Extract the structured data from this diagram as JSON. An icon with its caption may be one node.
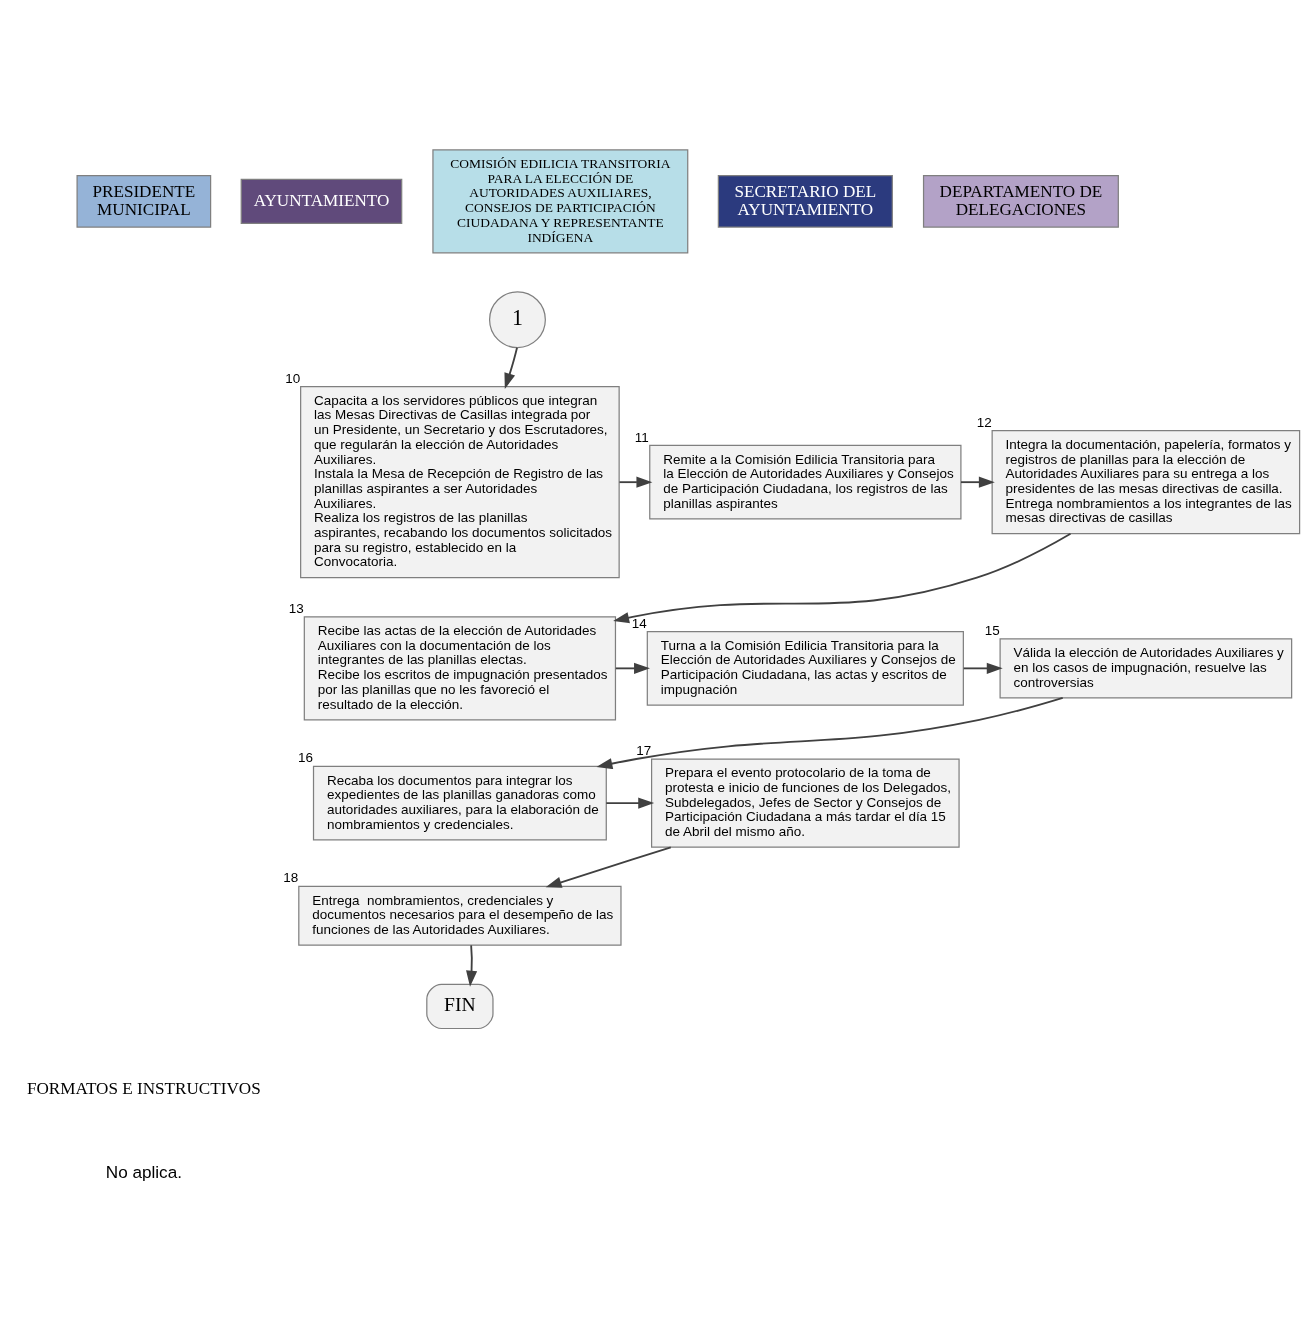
{
  "diagram": {
    "nodes": [
      {
        "text": [
          "PRESIDENTE MUNICIPAL"
        ]
      },
      {
        "text": [
          "AYUNTAMIENTO"
        ]
      },
      {
        "text": [
          "COMISIÓN EDILICIA TRANSITORIA PARA LA ELECCIÓN DE AUTORIDADES AUXILIARES, CONSEJOS DE PARTICIPACIÓN CIUDADANA Y REPRESENTANTE INDÍGENA"
        ]
      },
      {
        "text": [
          "SECRETARIO DEL AYUNTAMIENTO"
        ]
      },
      {
        "text": [
          "DEPARTAMENTO DE DELEGACIONES"
        ]
      },
      {
        "text": [
          "1"
        ]
      },
      {
        "text": [
          "Capacita a los servidores públicos que integran las Mesas Directivas de Casillas integrada por un Presidente, un Secretario y dos Escrutadores, que regularán la elección de Autoridades Auxiliares.",
          "Instala la Mesa de Recepción de Registro de las planillas aspirantes a ser Autoridades Auxiliares.",
          "Realiza los registros de las planillas aspirantes, recabando los documentos solicitados para su registro, establecido en la Convocatoria."
        ],
        "beside": [
          "10"
        ]
      },
      {
        "text": [
          "Remite a la Comisión Edilicia Transitoria para la Elección de Autoridades Auxiliares y Consejos de Participación Ciudadana, los registros de las planillas aspirantes"
        ],
        "beside": [
          "11"
        ]
      },
      {
        "text": [
          "Integra la documentación, papelería, formatos y registros de planillas para la elección de Autoridades Auxiliares para su entrega a los presidentes de las mesas directivas de casilla.",
          "Entrega nombramientos a los integrantes de las mesas directivas de casillas"
        ],
        "beside": [
          "12"
        ]
      },
      {
        "text": [
          "Recibe las actas de la elección de Autoridades Auxiliares con la documentación de los integrantes de las planillas electas.",
          "Recibe los escritos de impugnación presentados por las planillas que no les favoreció el resultado de la elección."
        ],
        "beside": [
          "13"
        ]
      },
      {
        "text": [
          "Turna a la Comisión Edilicia Transitoria para la Elección de Autoridades Auxiliares y Consejos de Participación Ciudadana, las actas y escritos de impugnación"
        ],
        "beside": [
          "14"
        ]
      },
      {
        "text": [
          "Válida la elección de Autoridades Auxiliares y en los casos de impugnación, resuelve las controversias"
        ],
        "beside": [
          "15"
        ]
      },
      {
        "text": [
          "Recaba los documentos para integrar los expedientes de las planillas ganadoras como autoridades auxiliares, para la elaboración de nombramientos y credenciales."
        ],
        "beside": [
          "16"
        ]
      },
      {
        "text": [
          "Prepara el evento protocolario de la toma de protesta e inicio de funciones de los Delegados, Subdelegados, Jefes de Sector y Consejos de Participación Ciudadana a más tardar el día 15 de Abril del mismo año."
        ],
        "beside": [
          "17"
        ]
      },
      {
        "text": [
          "Entrega  nombramientos, credenciales y documentos necesarios para el desempeño de las funciones de las Autoridades Auxiliares."
        ],
        "beside": [
          "18"
        ]
      },
      {
        "text": [
          "FIN"
        ]
      }
    ],
    "edges": [
      {
        "from": 5,
        "to": 6,
        "arrow": "to"
      },
      {
        "from": 6,
        "to": 7,
        "arrow": "to"
      },
      {
        "from": 7,
        "to": 8,
        "arrow": "to"
      },
      {
        "from": 8,
        "to": 9,
        "arrow": "to"
      },
      {
        "from": 9,
        "to": 10,
        "arrow": "to"
      },
      {
        "from": 10,
        "to": 11,
        "arrow": "to"
      },
      {
        "from": 11,
        "to": 12,
        "arrow": "to"
      },
      {
        "from": 12,
        "to": 13,
        "arrow": "to"
      },
      {
        "from": 13,
        "to": 14,
        "arrow": "to"
      },
      {
        "from": 14,
        "to": 15,
        "arrow": "to"
      }
    ],
    "labels": [
      "FORMATOS E INSTRUCTIVOS",
      "No aplica."
    ]
  }
}
